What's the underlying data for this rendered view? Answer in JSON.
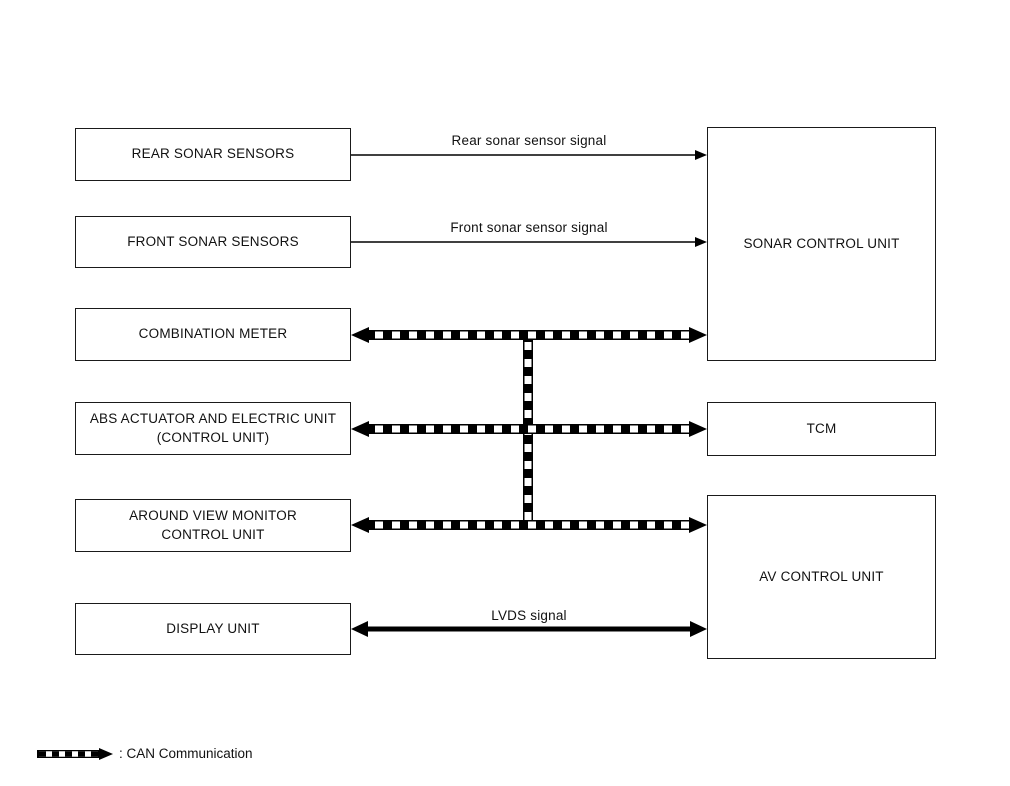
{
  "diagram": {
    "left_boxes": {
      "rear_sonar": {
        "label": "REAR SONAR SENSORS"
      },
      "front_sonar": {
        "label": "FRONT SONAR SENSORS"
      },
      "combination_meter": {
        "label": "COMBINATION METER"
      },
      "abs_unit": {
        "line1": "ABS ACTUATOR AND ELECTRIC UNIT",
        "line2": "(CONTROL UNIT)"
      },
      "avm_unit": {
        "line1": "AROUND VIEW MONITOR",
        "line2": "CONTROL UNIT"
      },
      "display_unit": {
        "label": "DISPLAY UNIT"
      }
    },
    "right_boxes": {
      "sonar_control": {
        "label": "SONAR CONTROL UNIT"
      },
      "tcm": {
        "label": "TCM"
      },
      "av_control": {
        "label": "AV CONTROL UNIT"
      }
    },
    "signal_labels": {
      "rear": "Rear sonar sensor signal",
      "front": "Front sonar sensor signal",
      "lvds": "LVDS signal"
    },
    "legend": {
      "can": ": CAN Communication"
    },
    "colors": {
      "line": "#000000",
      "box_border": "#1a1a1a",
      "background": "#ffffff"
    }
  }
}
